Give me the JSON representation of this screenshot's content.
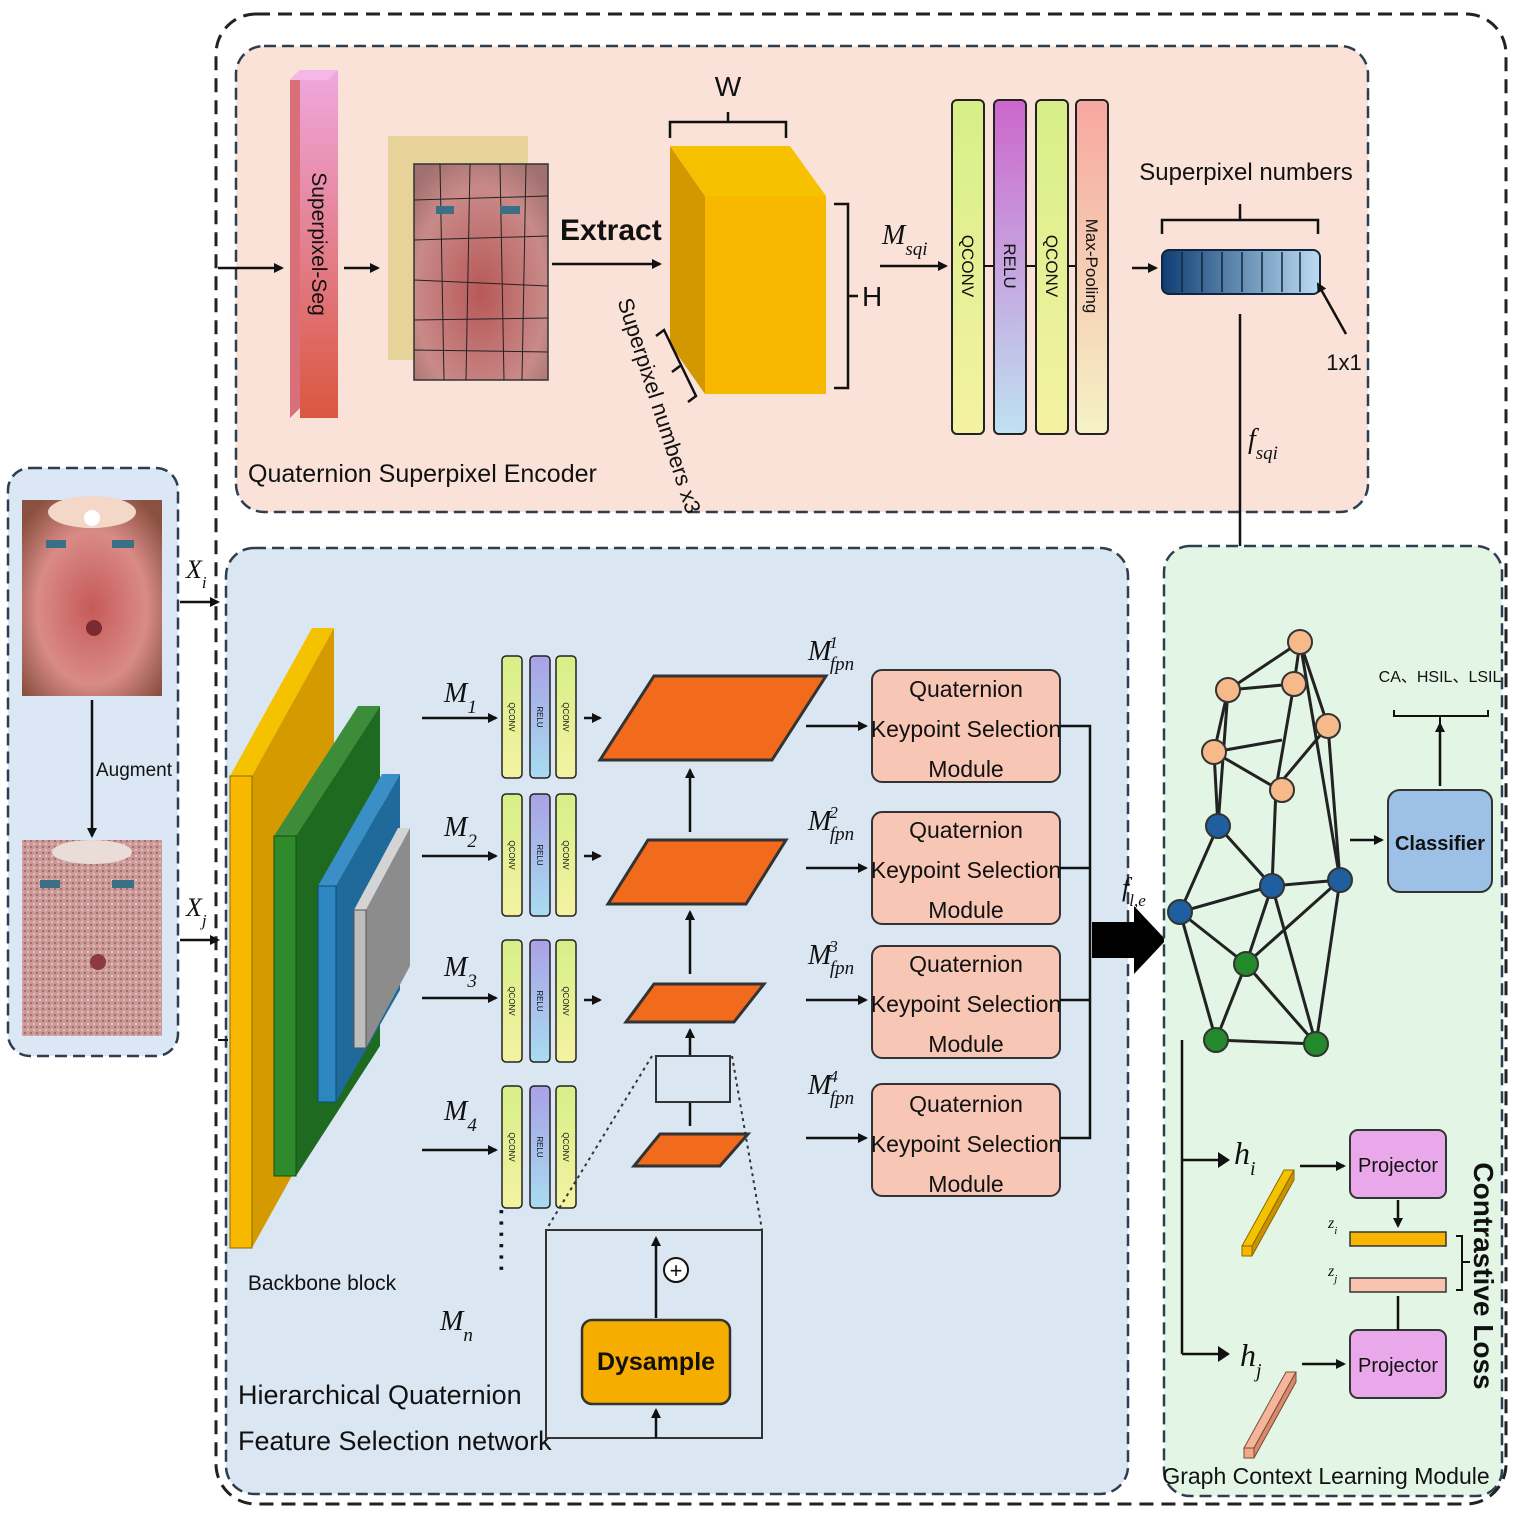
{
  "colors": {
    "panel_top": "#fbe3d9",
    "panel_mid": "#dbe6f3",
    "panel_right": "#e3f6e6",
    "panel_left": "#e6eef8",
    "qconv": "#eef7a8",
    "relu": "#c3bde8",
    "maxpool": "#f7c8b6",
    "fpn_plane": "#f26a1b",
    "ksm_box": "#f8c6b5",
    "dysample": "#f7ad00",
    "projector": "#e9a8ea",
    "classifier": "#9cc0e6",
    "node_orange": "#f6b98a",
    "node_blue": "#1f5fa0",
    "node_green": "#238a2c",
    "cube": "#f9b800"
  },
  "input": {
    "x_i": "X",
    "x_i_sub": "i",
    "x_j": "X",
    "x_j_sub": "j",
    "augment_label": "Augment"
  },
  "superpixel_encoder": {
    "title": "Quaternion Superpixel Encoder",
    "seg_block_label": "Superpixel-Seg",
    "extract_label": "Extract",
    "cube_w": "W",
    "cube_h": "H",
    "cube_depth_label": "Superpixel numbers x3",
    "m_sqi": "M",
    "m_sqi_sub": "sqi",
    "layers": [
      "QCONV",
      "RELU",
      "QCONV",
      "Max-Pooling"
    ],
    "vector_label": "Superpixel numbers",
    "vector_size": "1x1",
    "f_sqi": "f",
    "f_sqi_sub": "sqi"
  },
  "hqfs": {
    "title_line1": "Hierarchical Quaternion",
    "title_line2": "Feature Selection network",
    "backbone_label": "Backbone block",
    "inputs": [
      {
        "m": "M",
        "sub": "1"
      },
      {
        "m": "M",
        "sub": "2"
      },
      {
        "m": "M",
        "sub": "3"
      },
      {
        "m": "M",
        "sub": "4"
      }
    ],
    "m_n": "M",
    "m_n_sub": "n",
    "mini_layers": [
      "QCONV",
      "RELU",
      "QCONV"
    ],
    "fpn_labels": [
      {
        "m": "M",
        "sub": "fpn",
        "sup": "1"
      },
      {
        "m": "M",
        "sub": "fpn",
        "sup": "2"
      },
      {
        "m": "M",
        "sub": "fpn",
        "sup": "3"
      },
      {
        "m": "M",
        "sub": "fpn",
        "sup": "4"
      }
    ],
    "ksm_line1": "Quaternion",
    "ksm_line2": "Keypoint Selection",
    "ksm_line3": "Module",
    "dysample_label": "Dysample",
    "plus": "+"
  },
  "gclm": {
    "title": "Graph Context Learning Module",
    "f_le": "f",
    "f_le_sub": "l,e",
    "classes_label": "CA、HSIL、LSIL",
    "classifier_label": "Classifier",
    "h_i": "h",
    "h_i_sub": "i",
    "h_j": "h",
    "h_j_sub": "j",
    "projector_label": "Projector",
    "z_i": "z",
    "z_i_sub": "i",
    "z_j": "z",
    "z_j_sub": "j",
    "contrastive_loss": "Contrastive Loss"
  }
}
